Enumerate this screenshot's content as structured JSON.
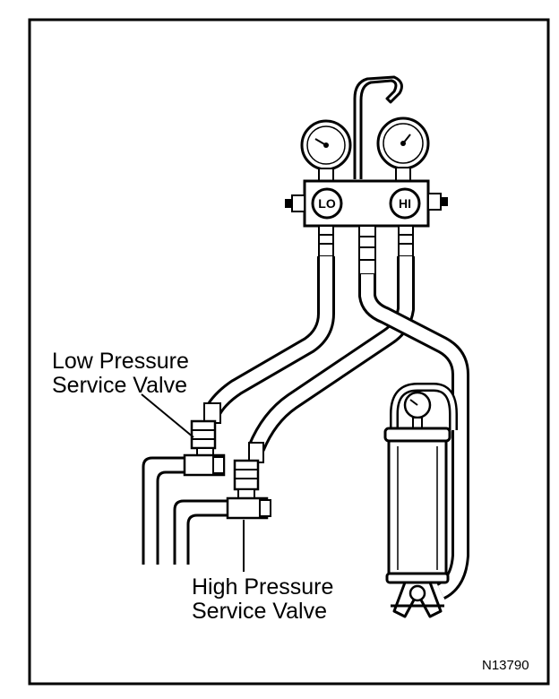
{
  "gauges": {
    "low_tag": "LO",
    "high_tag": "HI"
  },
  "labels": {
    "low_line1": "Low Pressure",
    "low_line2": "Service Valve",
    "high_line1": "High Pressure",
    "high_line2": "Service Valve"
  },
  "figure_id": "N13790",
  "colors": {
    "ink": "#000000",
    "paper": "#ffffff"
  }
}
